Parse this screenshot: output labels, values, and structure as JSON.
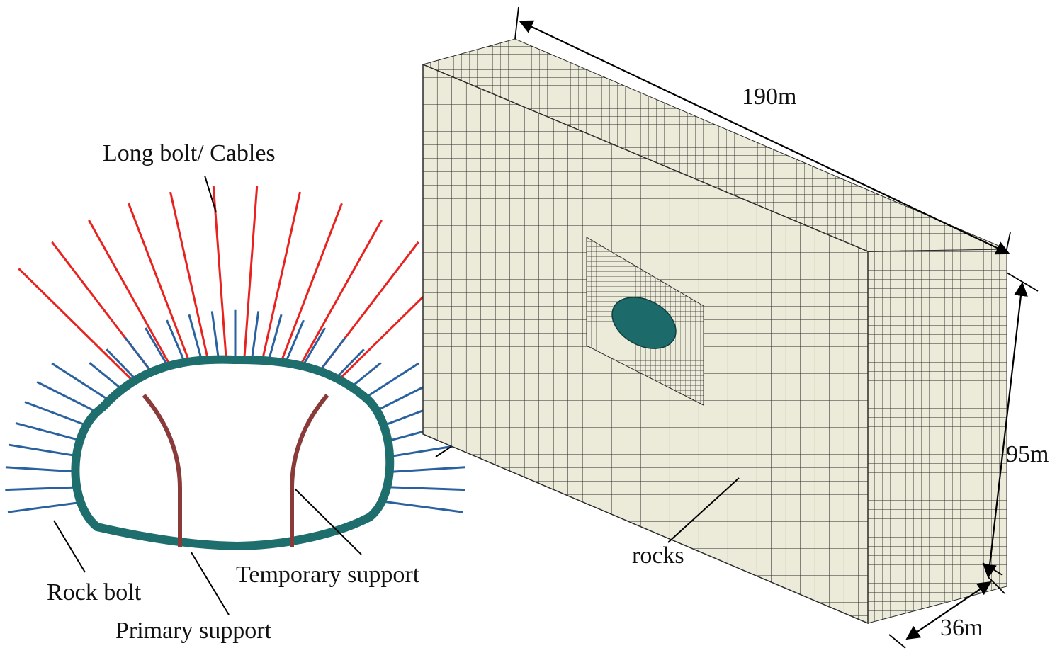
{
  "labels": {
    "long_bolt": "Long bolt/ Cables",
    "rock_bolt": "Rock bolt",
    "primary_support": "Primary support",
    "temporary_support": "Temporary support",
    "rocks": "rocks",
    "dim_length": "190m",
    "dim_height": "95m",
    "dim_depth": "36m"
  },
  "colors": {
    "cable": "#e8231f",
    "rock_bolt": "#2a62a0",
    "primary_support": "#1f6e6e",
    "temporary_support": "#8b3a3a",
    "mesh_face": "#ecebd9",
    "mesh_line": "#2b2b2b",
    "tunnel_face": "#1c6a6a"
  }
}
